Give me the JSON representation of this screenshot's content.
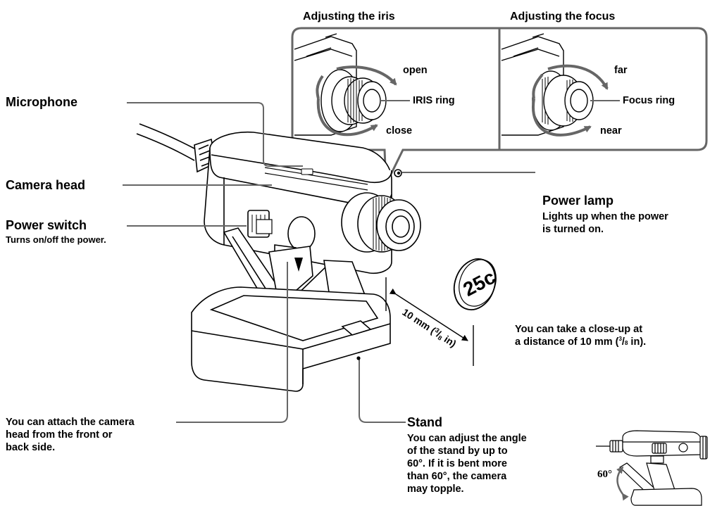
{
  "insets": {
    "iris": {
      "title": "Adjusting the iris",
      "open": "open",
      "close": "close",
      "ring": "IRIS ring"
    },
    "focus": {
      "title": "Adjusting the focus",
      "far": "far",
      "near": "near",
      "ring": "Focus ring"
    }
  },
  "labels": {
    "microphone": "Microphone",
    "camera_head": "Camera head",
    "power_switch": "Power switch",
    "power_switch_desc": "Turns on/off the power.",
    "power_lamp": "Power lamp",
    "power_lamp_desc_1": "Lights up when the power",
    "power_lamp_desc_2": "is turned on.",
    "attach_1": "You can attach the camera",
    "attach_2": "head from the front or",
    "attach_3": "back side.",
    "stand": "Stand",
    "stand_desc_1": "You can adjust the angle",
    "stand_desc_2": "of the stand by up to",
    "stand_desc_3": "60°. If it is bent more",
    "stand_desc_4": "than  60°, the camera",
    "stand_desc_5": "may topple."
  },
  "closeup": {
    "line1": "You can take a close-up at",
    "line2_pre": "a distance of 10 mm (",
    "num": "3",
    "slash": "/",
    "den": "8",
    "line2_post": " in).",
    "dim_pre": "10 mm (",
    "dim_post": " in)",
    "coin": "25c"
  },
  "angle_label": "60°"
}
